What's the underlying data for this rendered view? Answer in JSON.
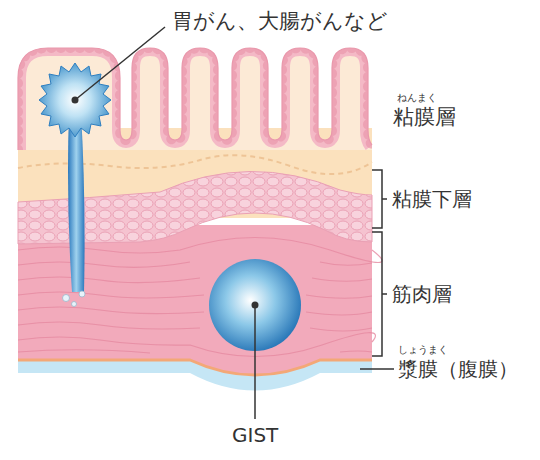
{
  "diagram": {
    "labels": [
      "胃がん、大腸がんなど",
      "ねんまく",
      "粘膜層",
      "粘膜下層",
      "筋肉層",
      "しょうまく",
      "漿膜（腹膜）",
      "GIST"
    ]
  }
}
